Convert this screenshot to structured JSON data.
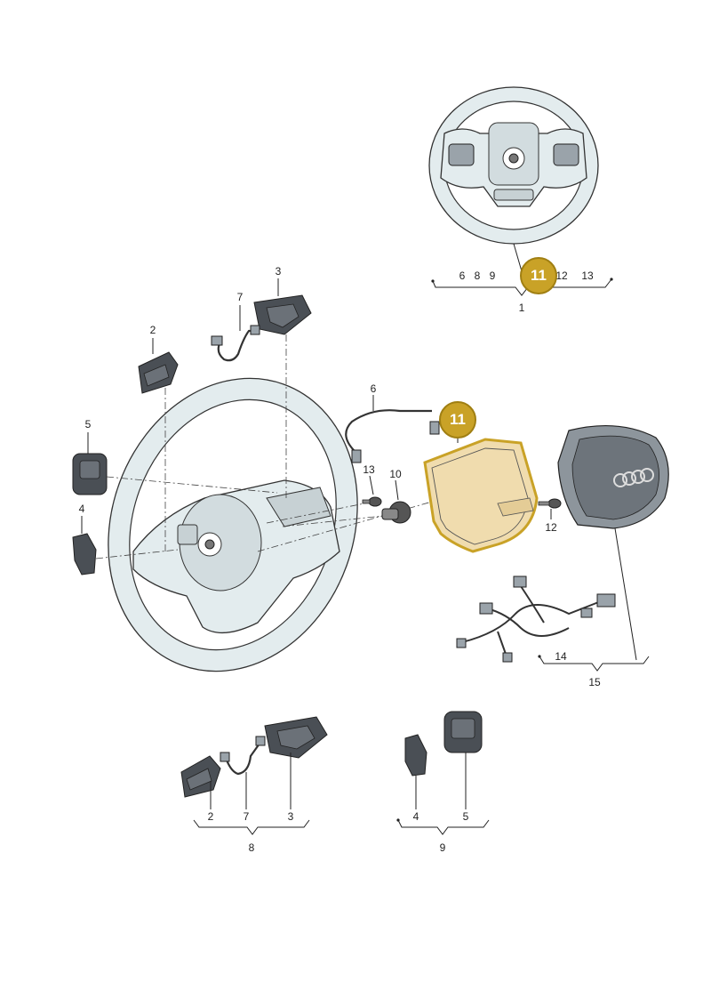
{
  "callouts": {
    "c1": "1",
    "c2a": "2",
    "c2b": "2",
    "c3a": "3",
    "c3b": "3",
    "c4a": "4",
    "c4b": "4",
    "c5a": "5",
    "c5b": "5",
    "c6a": "6",
    "c6b": "6",
    "c7a": "7",
    "c7b": "7",
    "c8": "8",
    "c8b": "8",
    "c9": "9",
    "c9b": "9",
    "c10": "10",
    "c12a": "12",
    "c12b": "12",
    "c13a": "13",
    "c13b": "13",
    "c14": "14",
    "c15": "15"
  },
  "highlight": {
    "label": "11",
    "color": "#c9a227",
    "fill": "#f0dcae"
  }
}
